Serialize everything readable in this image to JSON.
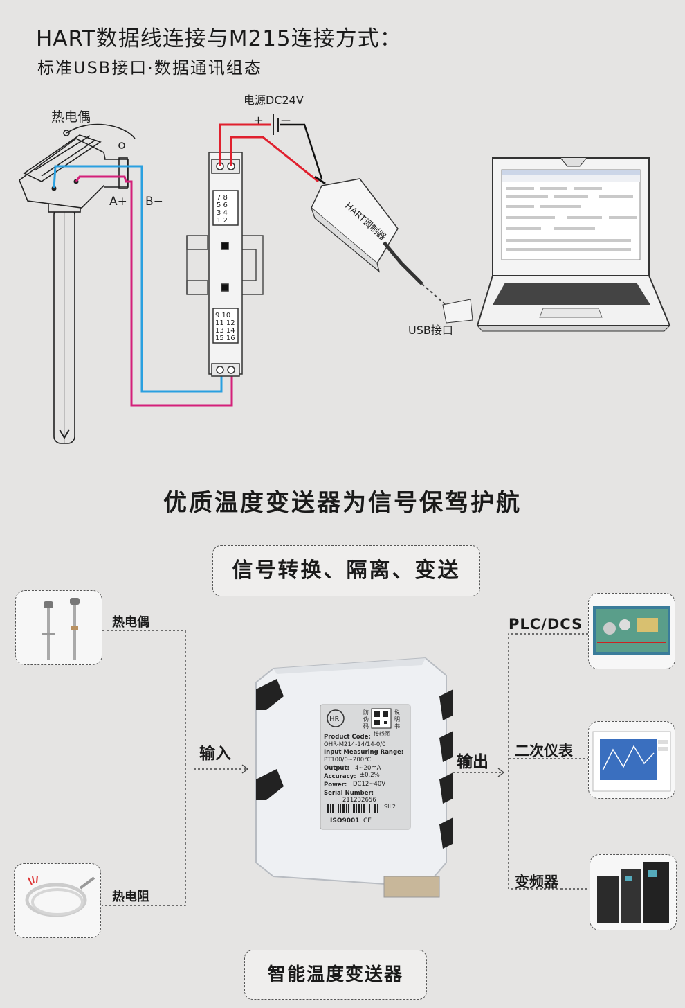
{
  "header": {
    "title": "HART数据线连接与M215连接方式：",
    "subtitle": "标准USB接口·数据通讯组态"
  },
  "wiring": {
    "thermocouple_label": "热电偶",
    "power_label": "电源DC24V",
    "plus": "+",
    "minus": "—",
    "a_plus": "A+",
    "b_minus": "B−",
    "modem_label": "HART调制器",
    "usb_label": "USB接口",
    "terminals_top": [
      "7  8",
      "5  6",
      "3  4",
      "1  2"
    ],
    "terminals_bottom": [
      "9  10",
      "11 12",
      "13 14",
      "15 16"
    ],
    "colors": {
      "red": "#e0202e",
      "blue": "#2aa0e0",
      "magenta": "#d4207a",
      "black": "#111111"
    }
  },
  "section_title": "优质温度变送器为信号保驾护航",
  "function_pill": "信号转换、隔离、变送",
  "inputs": {
    "thermocouple": "热电偶",
    "rtd": "热电阻",
    "input_label": "输入"
  },
  "outputs": {
    "output_label": "输出",
    "plc": "PLC/DCS",
    "instrument": "二次仪表",
    "inverter": "变频器"
  },
  "device_label": {
    "brand": "HR",
    "anti_fake": [
      "防",
      "伪",
      "码"
    ],
    "manual": [
      "说",
      "明",
      "书"
    ],
    "wiring_diagram": "接线图",
    "product_code_label": "Product Code:",
    "product_code": "OHR-M214-14/14-0/0",
    "input_range_label": "Input Measuring Range:",
    "input_range": "PT100/0~200°C",
    "output_label": "Output:",
    "output": "4~20mA",
    "accuracy_label": "Accuracy:",
    "accuracy": "±0.2%",
    "power_label": "Power:",
    "power": "DC12~40V",
    "serial_label": "Serial Number:",
    "serial": "211232656",
    "iso": "ISO9001",
    "ce": "CE",
    "sil": "SIL2"
  },
  "bottom_pill": "智能温度变送器"
}
